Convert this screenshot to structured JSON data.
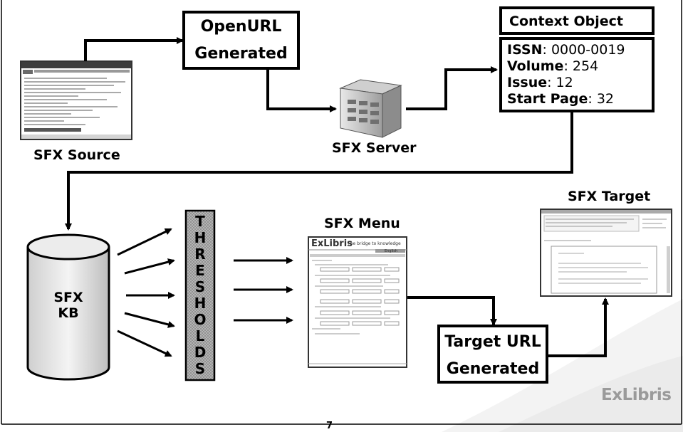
{
  "openurl": {
    "line1": "OpenURL",
    "line2": "Generated"
  },
  "context_object": {
    "title": "Context Object",
    "fields": [
      {
        "key": "ISSN",
        "value": ": 0000-0019"
      },
      {
        "key": "Volume",
        "value": ": 254"
      },
      {
        "key": "Issue",
        "value": ": 12"
      },
      {
        "key": "Start Page",
        "value": ": 32"
      }
    ]
  },
  "labels": {
    "sfx_source": "SFX Source",
    "sfx_server": "SFX Server",
    "sfx_menu": "SFX Menu",
    "sfx_target": "SFX Target"
  },
  "kb": {
    "line1": "SFX",
    "line2": "KB"
  },
  "thresholds": [
    "T",
    "H",
    "R",
    "E",
    "S",
    "H",
    "O",
    "L",
    "D",
    "S"
  ],
  "target_url": {
    "line1": "Target URL",
    "line2": "Generated"
  },
  "menu_thumb": {
    "logo": "ExLibris",
    "tagline": "The bridge to knowledge",
    "lang": "English"
  },
  "brand": {
    "logo": "ExLibris"
  },
  "page_number": "7"
}
